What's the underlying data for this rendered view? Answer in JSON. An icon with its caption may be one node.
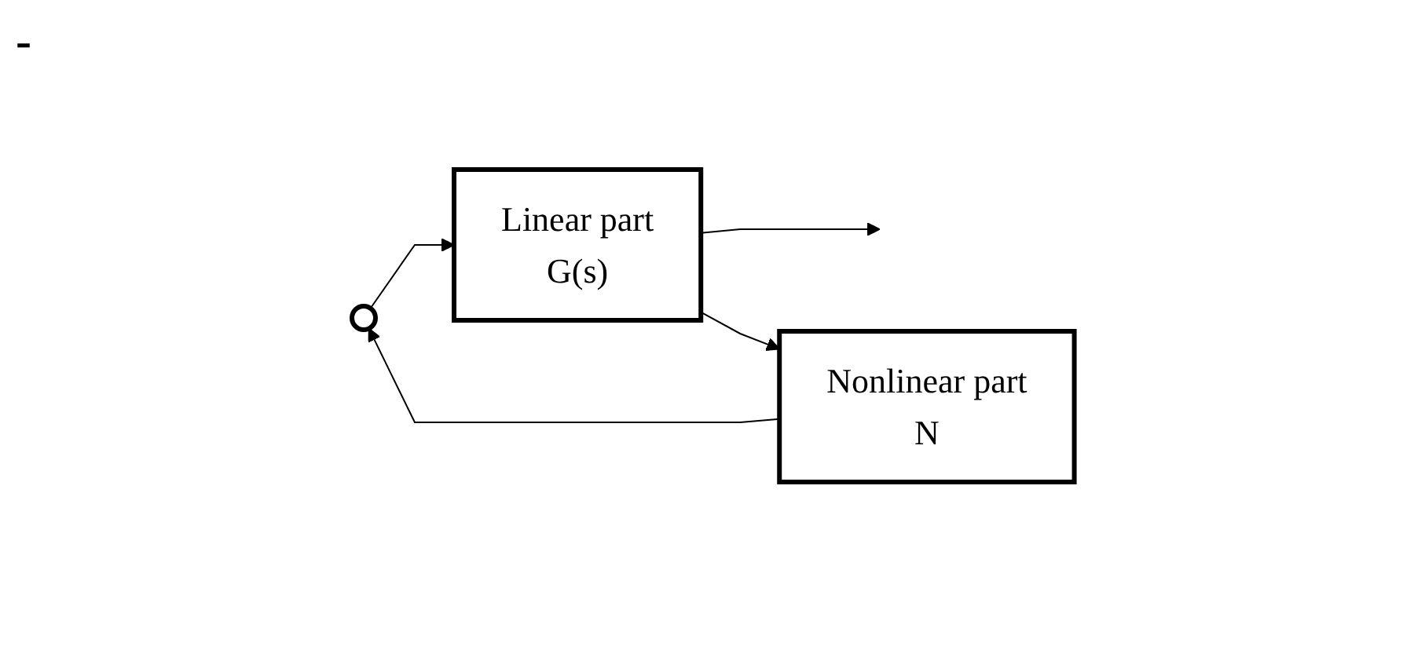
{
  "diagram": {
    "nodes": [
      {
        "text": [],
        "shape": "circle"
      },
      {
        "text": [
          "Linear part",
          "G(s)"
        ]
      },
      {
        "text": [
          "Nonlinear part",
          "N"
        ]
      }
    ],
    "edges": [
      {
        "from": 0,
        "to": 1,
        "arrow": "to"
      },
      {
        "from": 1,
        "to": null,
        "arrow": "to"
      },
      {
        "from": 1,
        "to": 2,
        "arrow": "to"
      },
      {
        "from": 2,
        "to": 0,
        "arrow": "to"
      }
    ],
    "labels": [
      "-"
    ]
  }
}
